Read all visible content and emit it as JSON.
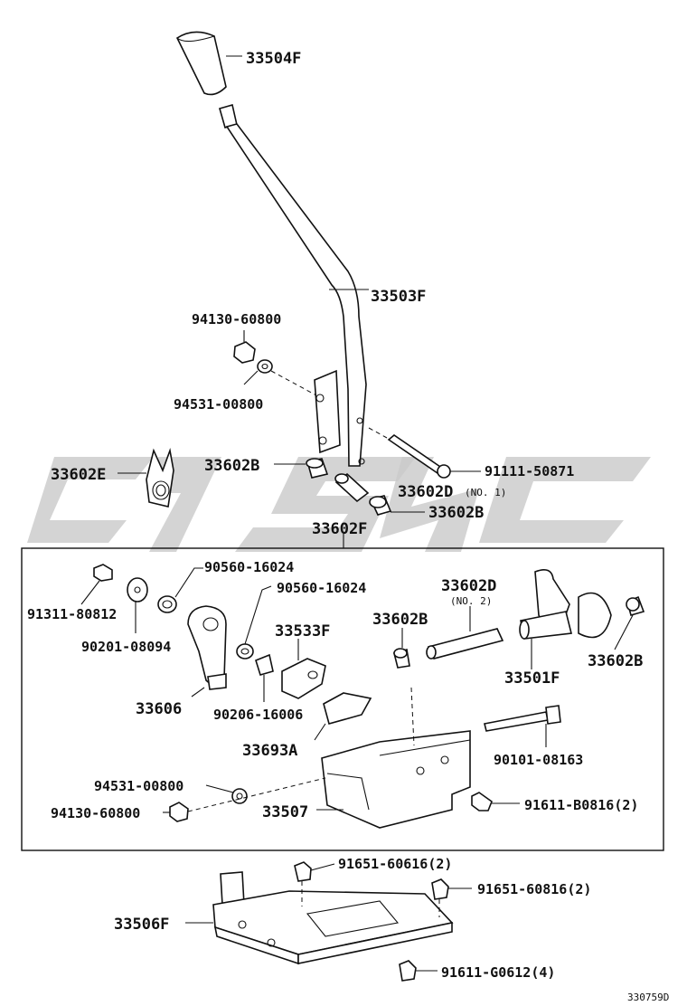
{
  "parts": {
    "knob": "33504F",
    "lever": "33503F",
    "nut_upper": "94130-60800",
    "washer_upper": "94531-00800",
    "spring_clip": "33602E",
    "bushing_left": "33602B",
    "bolt_pivot": "91111-50871",
    "bushing_no1": "33602D",
    "bushing_no1_note": "(NO. 1)",
    "bushing_right": "33602B",
    "retainer_assy": "33602F",
    "bolt_left": "91311-80812",
    "washer_a": "90560-16024",
    "washer_b": "90560-16024",
    "washer_c": "90201-08094",
    "lever_sub": "33606",
    "bracket_small": "33533F",
    "clip_small": "90206-16006",
    "bushing_b_mid": "33602B",
    "pin_no2": "33602D",
    "pin_no2_note": "(NO. 2)",
    "shaft_assy": "33501F",
    "bushing_b_right": "33602B",
    "plate": "33693A",
    "bolt_long": "90101-08163",
    "washer_lower": "94531-00800",
    "nut_lower": "94130-60800",
    "housing": "33507",
    "bolt_housing": "91611-B0816(2)",
    "bolt_top_a": "91651-60616(2)",
    "bolt_top_b": "91651-60816(2)",
    "base": "33506F",
    "bolt_base": "91611-G0612(4)"
  },
  "figure_id": "330759D"
}
